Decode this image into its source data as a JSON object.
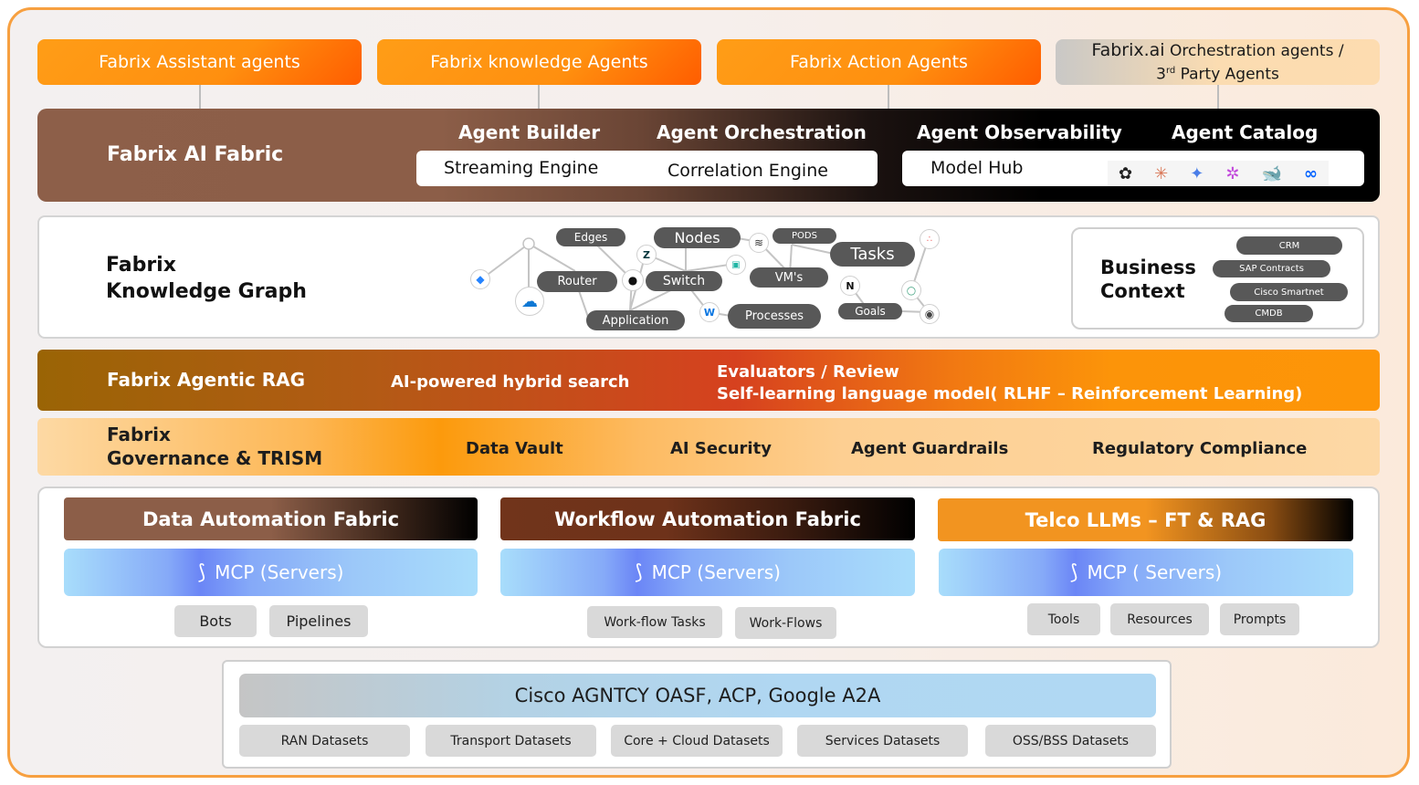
{
  "agents": [
    {
      "label": "Fabrix Assistant agents"
    },
    {
      "label": "Fabrix knowledge Agents"
    },
    {
      "label": "Fabrix Action Agents"
    },
    {
      "label_main": "Fabrix.ai",
      "label_rest": " Orchestration agents /",
      "line2_prefix": "3",
      "line2_sup": "rd",
      "line2_rest": " Party Agents"
    }
  ],
  "ai_fabric": {
    "title": "Fabrix AI Fabric",
    "headers": [
      "Agent Builder",
      "Agent Orchestration",
      "Agent Observability",
      "Agent Catalog"
    ],
    "engines": [
      "Streaming Engine",
      "Correlation Engine",
      "Model Hub"
    ],
    "model_icons": [
      "openai-icon",
      "claude-icon",
      "gemini-icon",
      "perplexity-icon",
      "deepseek-icon",
      "meta-icon"
    ]
  },
  "knowledge_graph": {
    "title_line1": "Fabrix",
    "title_line2": "Knowledge Graph",
    "nodes": [
      "Edges",
      "Nodes",
      "PODS",
      "Tasks",
      "Router",
      "Switch",
      "VM's",
      "Application",
      "Processes",
      "Goals"
    ],
    "business_context": {
      "title_line1": "Business",
      "title_line2": "Context",
      "items": [
        "CRM",
        "SAP Contracts",
        "Cisco Smartnet",
        "CMDB"
      ]
    }
  },
  "agentic_rag": {
    "title": "Fabrix Agentic RAG",
    "search": "AI-powered hybrid search",
    "evaluators": "Evaluators / Review",
    "self_learning": "Self-learning language model( RLHF – Reinforcement Learning)"
  },
  "governance": {
    "title_line1": "Fabrix",
    "title_line2": "Governance & TRISM",
    "items": [
      "Data Vault",
      "AI Security",
      "Agent Guardrails",
      "Regulatory Compliance"
    ]
  },
  "automation": [
    {
      "title": "Data Automation Fabric",
      "mcp": "MCP (Servers)",
      "chips": [
        "Bots",
        "Pipelines"
      ]
    },
    {
      "title": "Workflow Automation Fabric",
      "mcp": "MCP (Servers)",
      "chips": [
        "Work-flow Tasks",
        "Work-Flows"
      ]
    },
    {
      "title": "Telco LLMs – FT & RAG",
      "mcp": "MCP ( Servers)",
      "chips": [
        "Tools",
        "Resources",
        "Prompts"
      ]
    }
  ],
  "foundation": {
    "protocols": "Cisco AGNTCY OASF, ACP, Google A2A",
    "datasets": [
      "RAN Datasets",
      "Transport Datasets",
      "Core + Cloud Datasets",
      "Services Datasets",
      "OSS/BSS Datasets"
    ]
  },
  "colors": {
    "accent_orange": "#ff8f0f",
    "fabric_brown": "#8d5f49",
    "pill_gray": "#585858",
    "mcp_blue": "#6b86f6"
  }
}
